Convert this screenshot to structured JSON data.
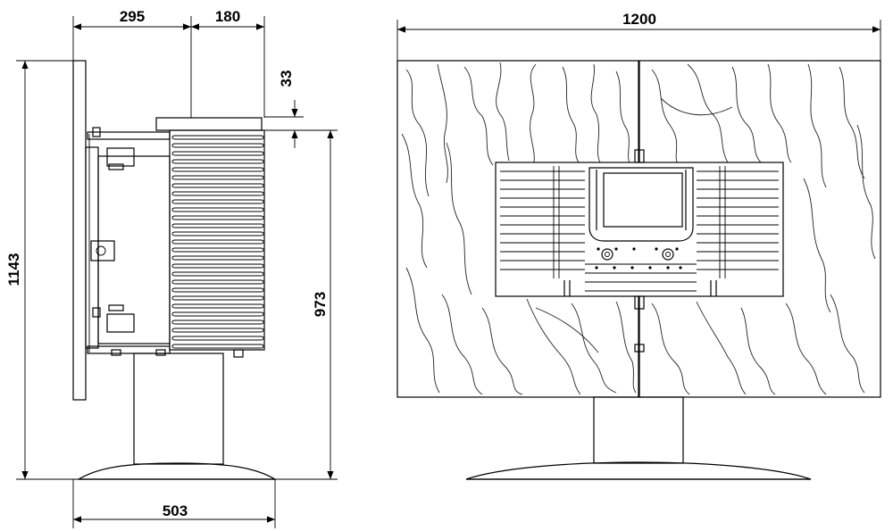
{
  "title": "",
  "dimensions": {
    "side_depth_front": "295",
    "side_depth_rear": "180",
    "top_offset": "33",
    "total_height": "1143",
    "body_height": "973",
    "base_width": "503",
    "front_width": "1200"
  },
  "icons": [
    "arrow-head-icon",
    "control-knob-icon"
  ]
}
